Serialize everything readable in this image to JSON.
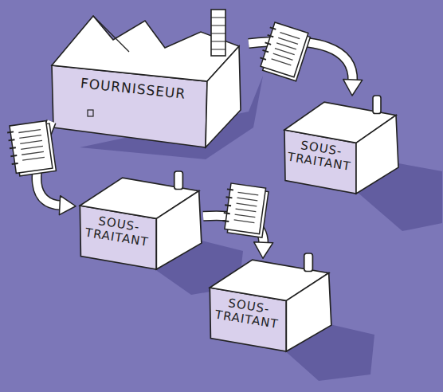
{
  "diagram": {
    "nodes": [
      {
        "text": [
          "FOURNISSEUR"
        ]
      },
      {
        "text": [
          "SOUS- TRAITANT"
        ]
      },
      {
        "text": [
          "SOUS- TRAITANT"
        ]
      },
      {
        "text": [
          "SOUS- TRAITANT"
        ]
      }
    ],
    "edges": [
      {
        "from": 0,
        "to": 1,
        "arrow": "to"
      },
      {
        "from": 0,
        "to": 2,
        "arrow": "to"
      },
      {
        "from": 2,
        "to": 3,
        "arrow": "to"
      }
    ]
  }
}
